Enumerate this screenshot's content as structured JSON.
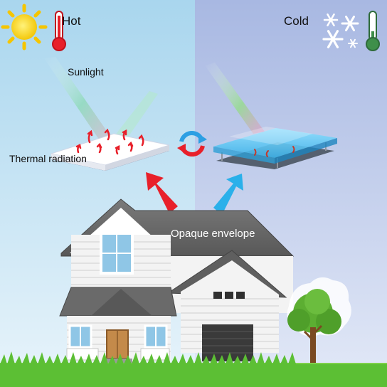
{
  "labels": {
    "hot": "Hot",
    "cold": "Cold",
    "sunlight": "Sunlight",
    "thermal_radiation": "Thermal radiation",
    "opaque_envelope": "Opaque envelope"
  },
  "colors": {
    "hot_sky": "#bfe1f3",
    "cold_sky": "#b6c5e6",
    "heat_arrow": "#e8202a",
    "cool_arrow": "#29a9e6",
    "roof": "#6b6b6b",
    "wall": "#f2f2f2",
    "grass": "#4fb82f"
  },
  "icons": [
    "sun-icon",
    "hot-thermometer-icon",
    "snowflakes-icon",
    "cold-thermometer-icon",
    "switch-cycle-icon",
    "tree-icon"
  ]
}
